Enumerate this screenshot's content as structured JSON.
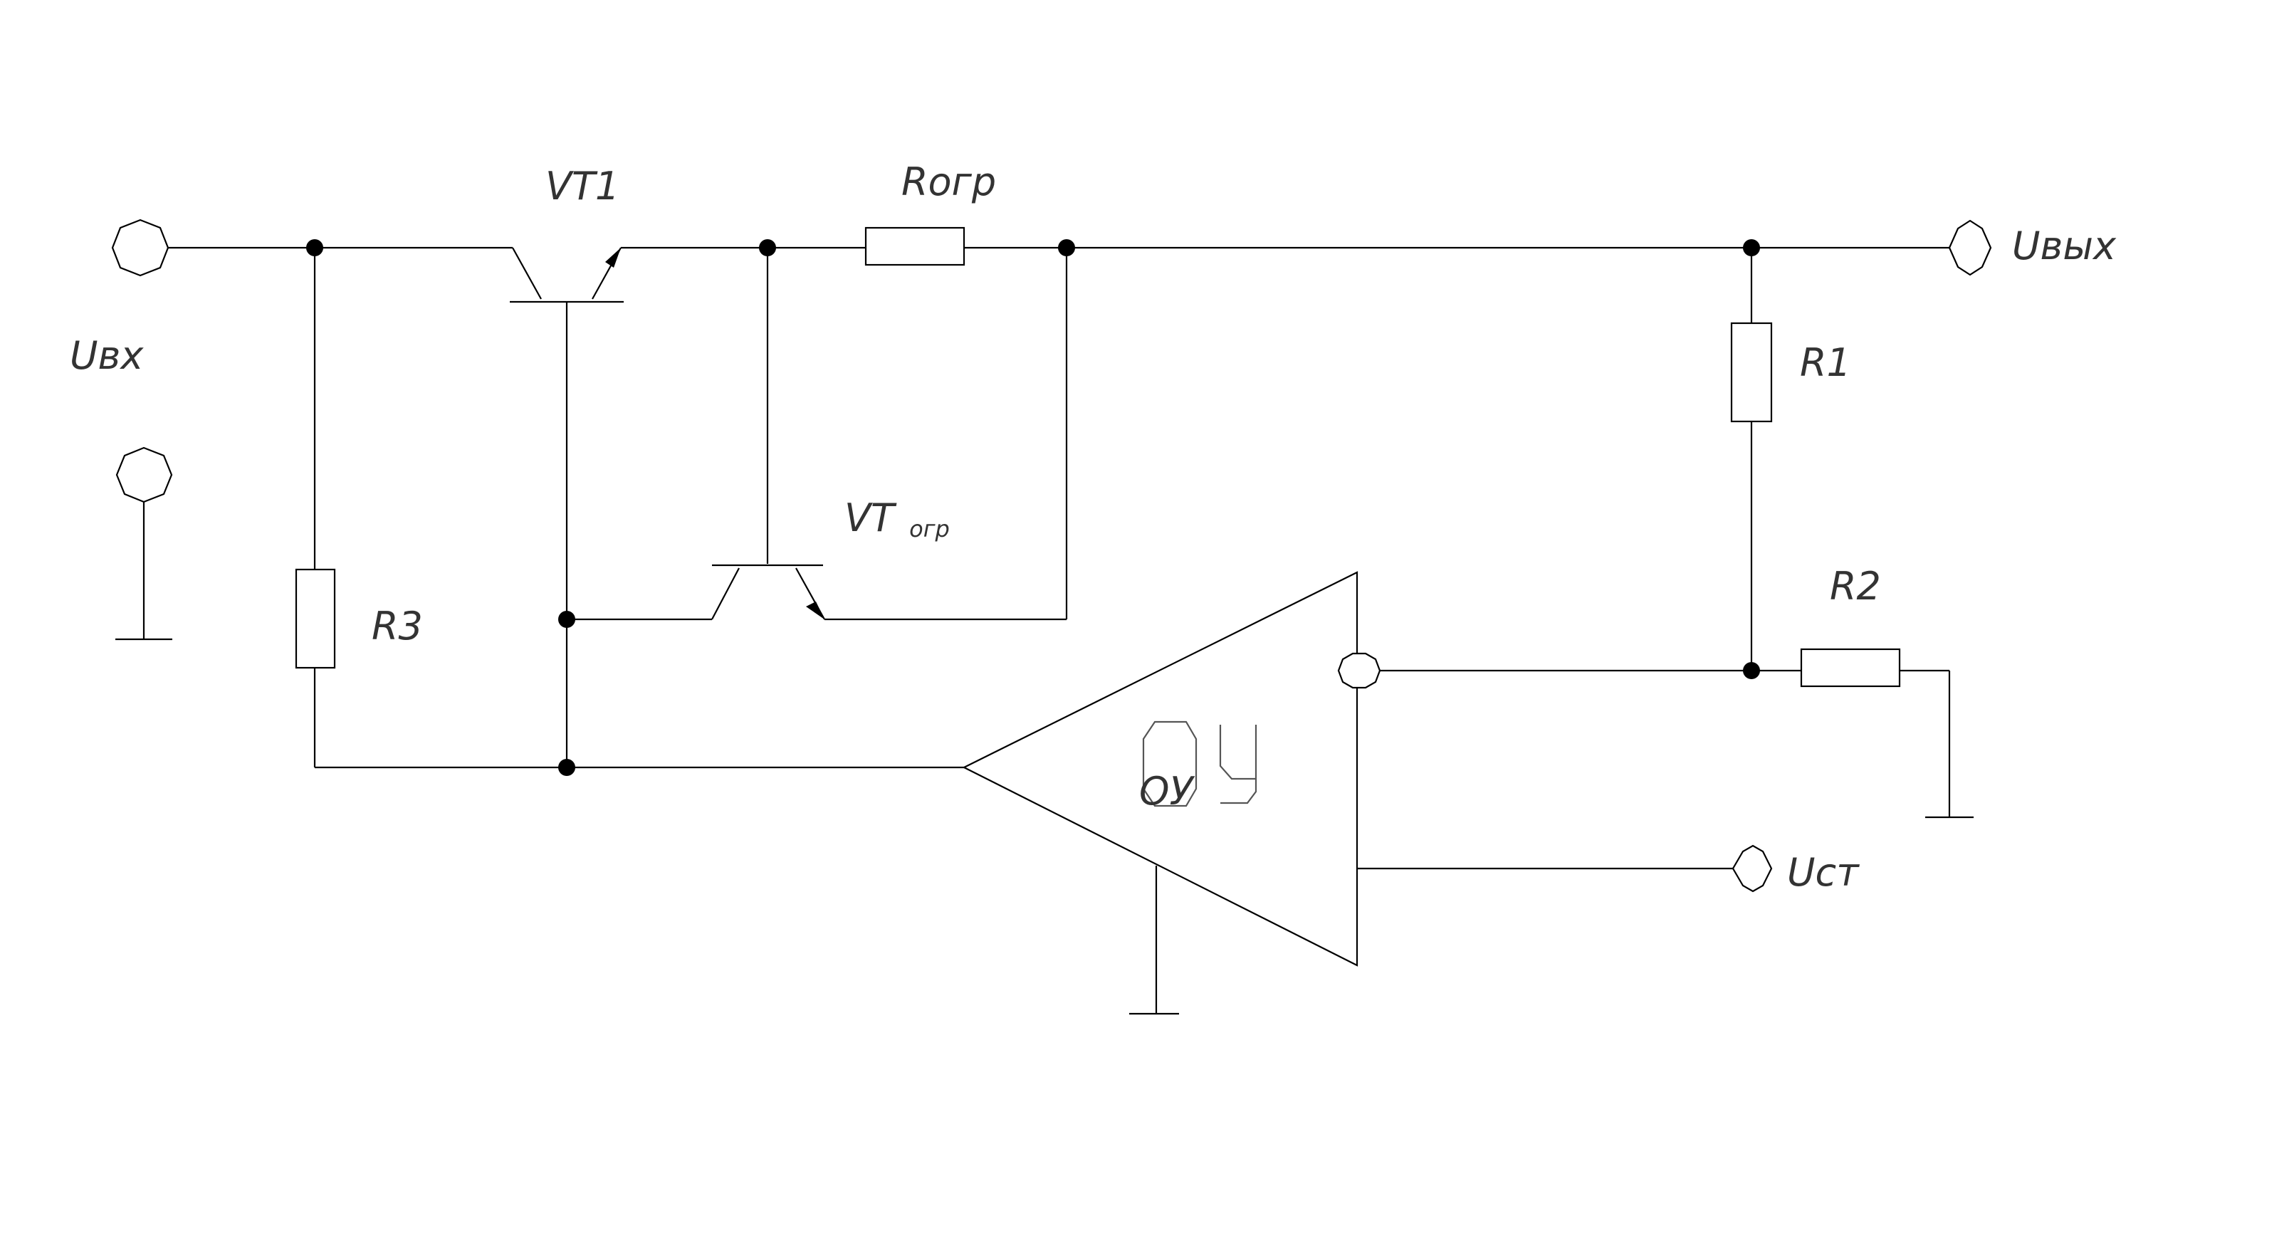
{
  "diagram": {
    "labels": {
      "u_in": "Uвх",
      "u_out": "Uвых",
      "vt1": "VT1",
      "r_lim": "Rогр",
      "vt_lim_main": "VT",
      "vt_lim_sub": "огр",
      "r1": "R1",
      "r2": "R2",
      "r3": "R3",
      "u_ref": "Uст",
      "opamp": "ОУ"
    },
    "colors": {
      "line": "#000000",
      "text": "#333333",
      "background": "#ffffff"
    }
  }
}
